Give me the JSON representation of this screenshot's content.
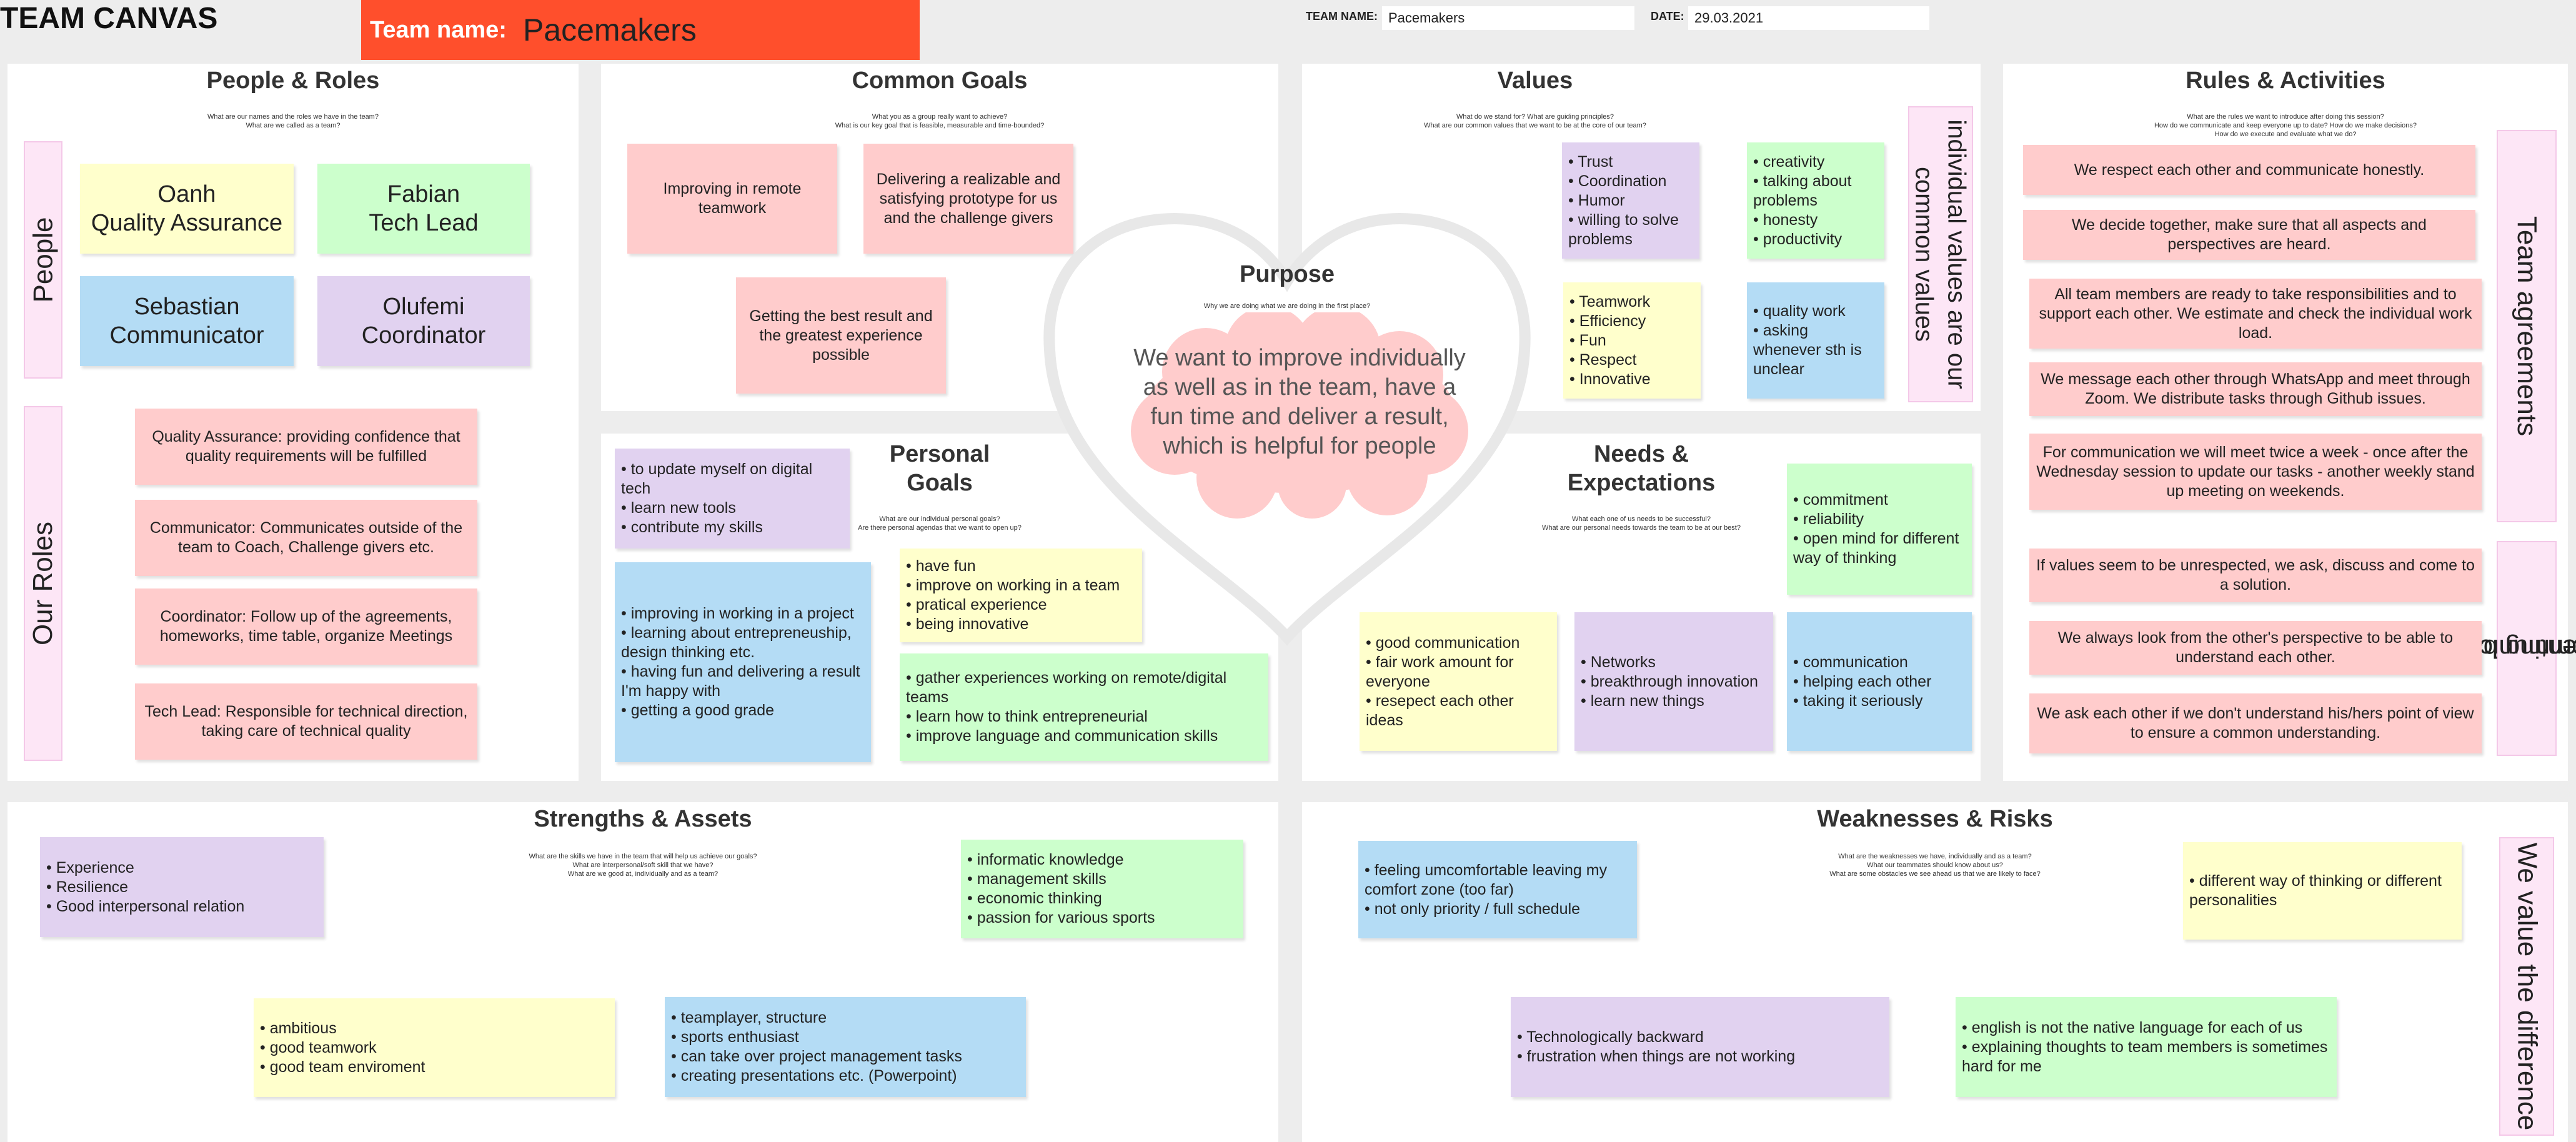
{
  "header": {
    "title": "TEAM CANVAS",
    "team_name_label": "Team name:",
    "team_name": "Pacemakers",
    "team_name_small_label": "TEAM NAME:",
    "team_name_small": "Pacemakers",
    "date_label": "DATE:",
    "date": "29.03.2021"
  },
  "people_roles": {
    "title": "People & Roles",
    "sub1": "What are our names and the roles we have in the team?",
    "sub2": "What are we called as a team?",
    "people_label": "People",
    "roles_label": "Our Roles",
    "people": [
      {
        "name": "Oanh",
        "role": "Quality Assurance"
      },
      {
        "name": "Fabian",
        "role": "Tech Lead"
      },
      {
        "name": "Sebastian",
        "role": "Communicator"
      },
      {
        "name": "Olufemi",
        "role": "Coordinator"
      }
    ],
    "roles": [
      "Quality Assurance: providing confidence that quality requirements will be fulfilled",
      "Communicator: Communicates outside of the team to Coach, Challenge givers etc.",
      "Coordinator: Follow up of the agreements, homeworks, time table, organize Meetings",
      "Tech Lead: Responsible for  technical direction, taking care of technical quality"
    ]
  },
  "common_goals": {
    "title": "Common Goals",
    "sub1": "What you as a group really want to achieve?",
    "sub2": "What is our key goal that is feasible, measurable and time-bounded?",
    "notes": [
      "Improving in remote teamwork",
      "Delivering a realizable and satisfying prototype for us and the challenge givers",
      "Getting the best result and the greatest experience possible"
    ]
  },
  "purpose": {
    "title": "Purpose",
    "sub": "Why we are doing what we are doing in the first place?",
    "text": "We want to improve individually as well as in the team, have a fun time and deliver a result, which is helpful for people"
  },
  "values": {
    "title": "Values",
    "sub1": "What do we stand for? What are guiding principles?",
    "sub2": "What are our common values that we want to be at the core of our team?",
    "side_label_1": "individual values are our",
    "side_label_2": "common values",
    "notes": [
      [
        "Trust",
        "Coordination",
        "Humor",
        "willing to solve problems"
      ],
      [
        "creativity",
        "talking about problems",
        "honesty",
        "productivity"
      ],
      [
        "Teamwork",
        "Efficiency",
        "Fun",
        "Respect",
        "Innovative"
      ],
      [
        "quality work",
        "asking whenever sth is unclear"
      ]
    ]
  },
  "rules": {
    "title": "Rules & Activities",
    "sub1": "What are the rules we want to introduce after doing this session?",
    "sub2": "How do we communicate and keep everyone up to date? How do we make decisions?",
    "sub3": "How do we execute and evaluate what we do?",
    "side_label_1": "Team agreements",
    "side_label_2a": "Preventing bad",
    "side_label_2b": "communication",
    "notes": [
      "We respect each other and communicate honestly.",
      "We decide together, make sure that all aspects and perspectives are heard.",
      "All team members are ready to take responsibilities and to support each other. We estimate and check the individual work load.",
      "We message each other through WhatsApp and meet through Zoom. We distribute tasks through Github issues.",
      "For communication we will meet twice a week - once after the Wednesday session to update our tasks - another weekly stand up meeting on weekends.",
      "If values seem to be unrespected, we ask, discuss and come to a solution.",
      "We always look from the other's perspective to be able to understand each other.",
      "We ask each other if we don't understand his/hers point of view to ensure a common understanding."
    ]
  },
  "personal_goals": {
    "title_1": "Personal",
    "title_2": "Goals",
    "sub1": "What are our individual personal goals?",
    "sub2": "Are there personal agendas that we want to open up?",
    "notes": [
      [
        "to update myself on digital tech",
        "learn new tools",
        "contribute my skills"
      ],
      [
        "improving in working in a project",
        "learning about entrepreneuship, design thinking etc.",
        "having fun and delivering a result I'm happy with",
        "getting a good grade"
      ],
      [
        "have fun",
        "improve on working in a team",
        "pratical experience",
        "being innovative"
      ],
      [
        "gather experiences working on remote/digital teams",
        "learn how to think entrepreneurial",
        "improve language and communication skills"
      ]
    ]
  },
  "needs": {
    "title_1": "Needs &",
    "title_2": "Expectations",
    "sub1": "What each one of us needs to be successful?",
    "sub2": "What are our personal needs towards the team to be at our best?",
    "notes": [
      [
        "commitment",
        "reliability",
        "open mind for different way of thinking"
      ],
      [
        "good communication",
        "fair work amount for everyone",
        "resepect each other ideas"
      ],
      [
        "Networks",
        "breakthrough innovation",
        "learn new things"
      ],
      [
        "communication",
        "helping each other",
        "taking it seriously"
      ]
    ]
  },
  "strengths": {
    "title": "Strengths & Assets",
    "sub1": "What are the skills we have in the team that will help us achieve our goals?",
    "sub2": "What are interpersonal/soft skill that we have?",
    "sub3": "What are we good at, individually and as a team?",
    "notes": [
      [
        "Experience",
        "Resilience",
        "Good interpersonal relation"
      ],
      [
        "informatic knowledge",
        "management skills",
        "economic thinking",
        "passion for various sports"
      ],
      [
        "ambitious",
        "good teamwork",
        "good team enviroment"
      ],
      [
        "teamplayer, structure",
        "sports enthusiast",
        "can take over project management tasks",
        "creating presentations etc. (Powerpoint)"
      ]
    ]
  },
  "weaknesses": {
    "title": "Weaknesses & Risks",
    "sub1": "What are the weaknesses we have, individually and as a team?",
    "sub2": "What our teammates should know about us?",
    "sub3": "What are some obstacles we see ahead us that we are likely to face?",
    "side_label": "We value the difference",
    "notes": [
      [
        "feeling umcomfortable leaving my comfort zone (too far)",
        "not only priority / full schedule"
      ],
      [
        "different way of thinking or different personalities"
      ],
      [
        "Technologically backward",
        "frustration when things are not working"
      ],
      [
        "english is not the native language for each of us",
        "explaining thoughts to team members is sometimes hard for me"
      ]
    ]
  },
  "colors": {
    "header_red": "#ff4f2c",
    "pink": "#ffcccc",
    "yellow": "#ffffcc",
    "green": "#ccffcc",
    "blue": "#b4dcf5",
    "purple": "#e1d2f0",
    "side_pink": "#fde6f6",
    "background": "#ededed"
  }
}
